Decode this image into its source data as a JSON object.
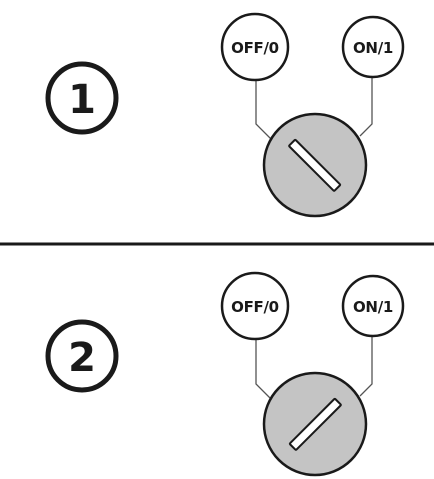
{
  "steps": [
    {
      "number": "1",
      "positions": {
        "off": "OFF/0",
        "on": "ON/1"
      },
      "key_points_to": "off"
    },
    {
      "number": "2",
      "positions": {
        "off": "OFF/0",
        "on": "ON/1"
      },
      "key_points_to": "on"
    }
  ],
  "colors": {
    "line": "#1a1a1a",
    "thin_line": "#555555",
    "knob_fill": "#c4c4c4",
    "slot_fill": "#ffffff",
    "background": "#ffffff"
  }
}
